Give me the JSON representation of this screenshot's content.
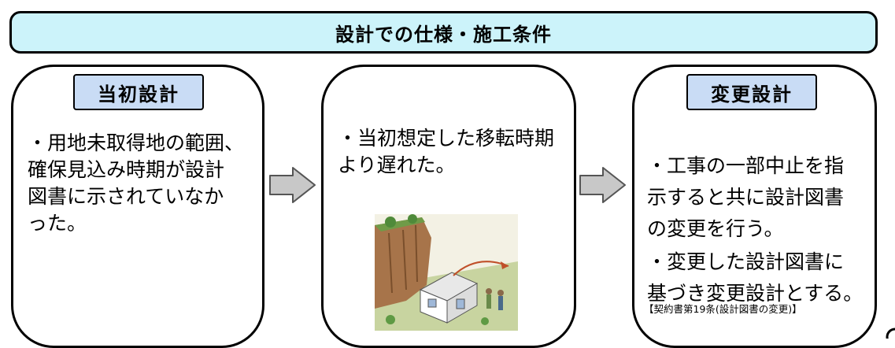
{
  "header": {
    "title": "設計での仕様・施工条件"
  },
  "panels": [
    {
      "badge": "当初設計",
      "text": "・用地未取得地の範囲、\n確保見込み時期が設計\n図書に示されていなか\nった。"
    },
    {
      "text": "・当初想定した移転時期\nより遅れた。"
    },
    {
      "badge": "変更設計",
      "text_a": "・工事の一部中止を指\n示すると共に設計図書\nの変更を行う。",
      "text_b": "・変更した設計図書に\n基づき変更設計とする。",
      "reference": "【契約書第19条(設計図書の変更)】"
    }
  ],
  "colors": {
    "title_fill": "#ccf3fa",
    "badge_fill": "#c9dcf5",
    "arrow_fill": "#c8c8c8"
  }
}
